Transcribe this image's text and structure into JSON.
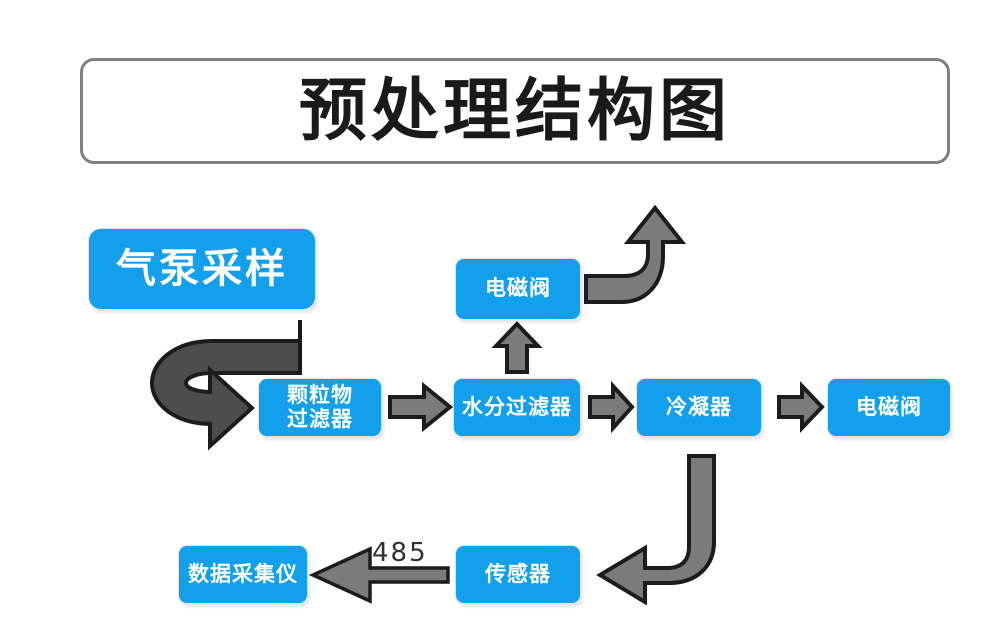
{
  "diagram": {
    "title": "预处理结构图",
    "accent_color": "#12a0ec",
    "arrow_color": "#7b7b7b",
    "arrow_outline_color": "#1c1c1c",
    "title_border_color": "#808080",
    "nodes": [
      {
        "id": "pump",
        "label": "气泵采样"
      },
      {
        "id": "particle",
        "label_line1": "颗粒物",
        "label_line2": "过滤器"
      },
      {
        "id": "water",
        "label": "水分过滤器"
      },
      {
        "id": "valve_top",
        "label": "电磁阀"
      },
      {
        "id": "condenser",
        "label": "冷凝器"
      },
      {
        "id": "valve_right",
        "label": "电磁阀"
      },
      {
        "id": "sensor",
        "label": "传感器"
      },
      {
        "id": "daq",
        "label": "数据采集仪"
      }
    ],
    "edges": [
      {
        "id": "pump-to-particle",
        "style": "u-turn",
        "label": ""
      },
      {
        "id": "particle-to-water",
        "style": "block",
        "label": ""
      },
      {
        "id": "water-to-valve-top",
        "style": "block-up",
        "label": ""
      },
      {
        "id": "valve-top-to-vent",
        "style": "elbow-up",
        "label": ""
      },
      {
        "id": "water-to-condenser",
        "style": "block",
        "label": ""
      },
      {
        "id": "condenser-to-valve",
        "style": "block",
        "label": ""
      },
      {
        "id": "valve-to-sensor",
        "style": "elbow-down-left",
        "label": ""
      },
      {
        "id": "sensor-to-daq",
        "style": "line-arrow",
        "label": "485"
      }
    ]
  }
}
